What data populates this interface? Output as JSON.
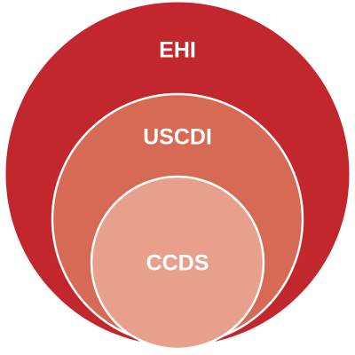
{
  "diagram": {
    "type": "nested-circles",
    "circles": [
      {
        "label": "EHI",
        "color": "#c1272d",
        "stroke": "#c1272d"
      },
      {
        "label": "USCDI",
        "color": "#d66a55",
        "stroke": "#ffffff"
      },
      {
        "label": "CCDS",
        "color": "#e8a08c",
        "stroke": "#ffffff"
      }
    ]
  }
}
